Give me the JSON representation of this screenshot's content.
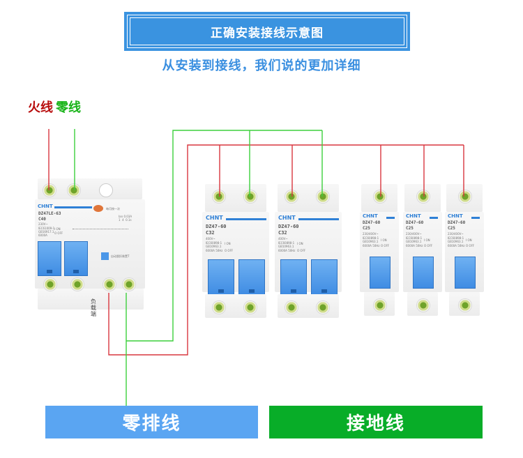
{
  "header": {
    "title": "正确安装接线示意图",
    "subtitle": "从安装到接线，我们说的更加详细"
  },
  "legend": {
    "live_label": "火线",
    "neutral_label": "零线",
    "live_color": "#b80d0d",
    "neutral_color": "#17b317"
  },
  "wire_colors": {
    "live": "#d9363e",
    "neutral": "#3ccf3c"
  },
  "rcd": {
    "brand": "CHNT",
    "model": "DZ47LE-63",
    "rating": "C40",
    "voltage": "230V~",
    "specs": "Ian 0.03A\n1  4  0.1s",
    "standard": "IEC61009-1\nGB16917.1",
    "on_label": "I ON",
    "off_label": "O OFF",
    "breaking": "6000A",
    "test_label": "自动脱扣装置T",
    "top_note": "每月按一次",
    "load_label": "负载端"
  },
  "breakers_2p": [
    {
      "brand": "CHNT",
      "model": "DZ47-60",
      "rating": "C32",
      "voltage": "400V~",
      "standard": "IEC60898-1\nGB10963.1",
      "on_label": "I ON",
      "off_label": "O OFF",
      "breaking": "6000A 50Hz"
    },
    {
      "brand": "CHNT",
      "model": "DZ47-60",
      "rating": "C32",
      "voltage": "400V~",
      "standard": "IEC60898-1\nGB10963.1",
      "on_label": "I ON",
      "off_label": "O OFF",
      "breaking": "6000A 50Hz"
    }
  ],
  "breakers_1p": [
    {
      "brand": "CHNT",
      "model": "DZ47-60",
      "rating": "C25",
      "voltage": "230/400V~",
      "standard": "IEC60898-1\nGB10963.1",
      "on_label": "I ON",
      "off_label": "O OFF",
      "breaking": "6000A 50Hz"
    },
    {
      "brand": "CHNT",
      "model": "DZ47-60",
      "rating": "C25",
      "voltage": "230/400V~",
      "standard": "IEC60898-1\nGB10963.1",
      "on_label": "I ON",
      "off_label": "O OFF",
      "breaking": "6000A 50Hz"
    },
    {
      "brand": "CHNT",
      "model": "DZ47-60",
      "rating": "C25",
      "voltage": "230/400V~",
      "standard": "IEC60898-1\nGB10963.1",
      "on_label": "I ON",
      "off_label": "O OFF",
      "breaking": "6000A 50Hz"
    }
  ],
  "bottom_bars": {
    "neutral_bus": {
      "label": "零排线",
      "color": "#5aa5f2"
    },
    "ground": {
      "label": "接地线",
      "color": "#08ad28"
    }
  }
}
